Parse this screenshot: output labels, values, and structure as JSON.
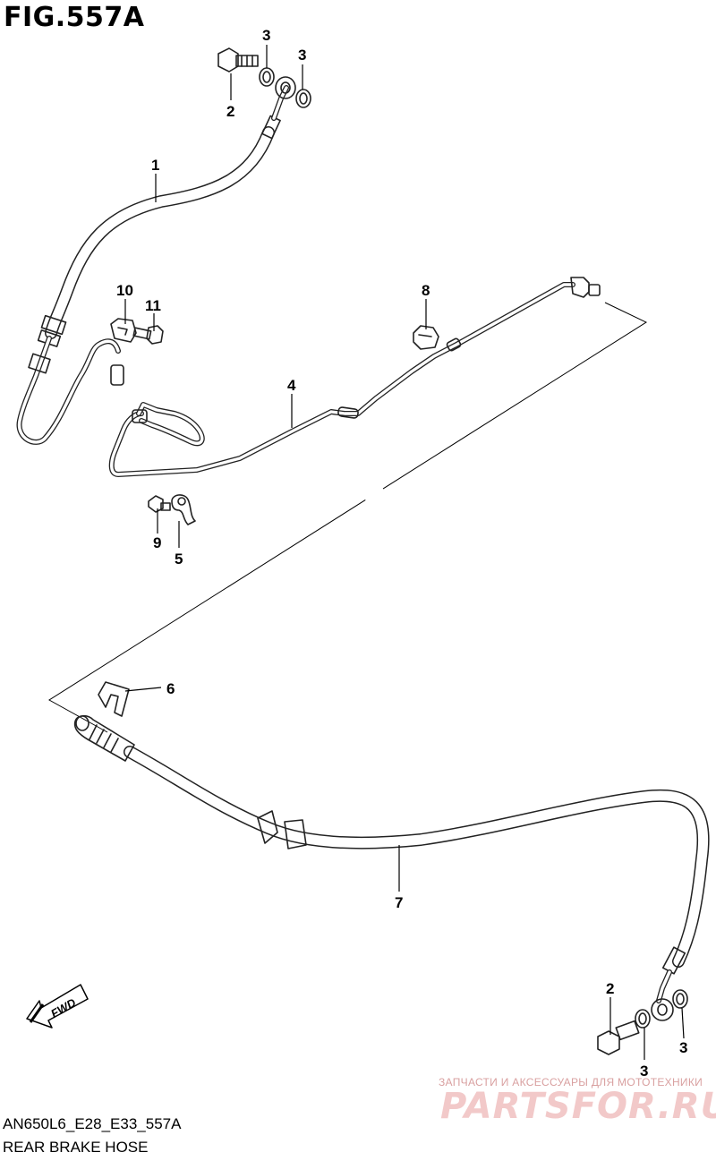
{
  "figure": {
    "title": "FIG.557A",
    "model_code": "AN650L6_E28_E33_557A",
    "name": "REAR BRAKE HOSE"
  },
  "direction_marker": "FWD",
  "watermark": {
    "subtitle": "ЗАПЧАСТИ И АКСЕССУАРЫ ДЛЯ МОТОТЕХНИКИ",
    "logo": "PARTSFOR.RU"
  },
  "callouts": {
    "hose_upper": "1",
    "bolt_upper": "2",
    "washer_upper_a": "3",
    "washer_upper_b": "3",
    "pipe": "4",
    "clamp": "5",
    "clip": "6",
    "hose_lower": "7",
    "grommet": "8",
    "bolt_clamp": "9",
    "bracket": "10",
    "bolt_bracket": "11",
    "bolt_lower": "2",
    "washer_lower_a": "3",
    "washer_lower_b": "3"
  },
  "colors": {
    "line": "#222222",
    "watermark": "#f2c9c9"
  }
}
